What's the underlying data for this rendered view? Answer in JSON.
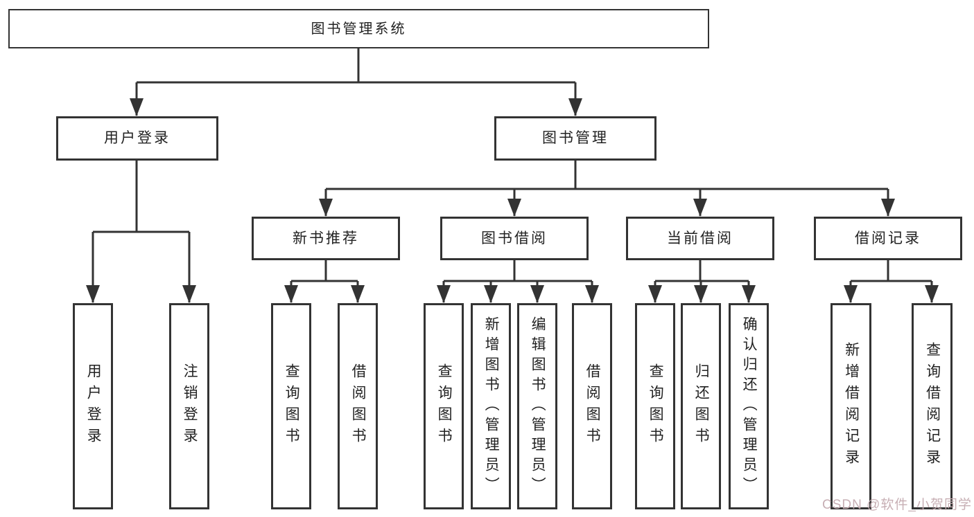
{
  "diagram": {
    "root": {
      "label": "图书管理系统",
      "children": [
        {
          "label": "用户登录",
          "children": [
            {
              "label": "用户登录"
            },
            {
              "label": "注销登录"
            }
          ]
        },
        {
          "label": "图书管理",
          "children": [
            {
              "label": "新书推荐",
              "children": [
                {
                  "label": "查询图书"
                },
                {
                  "label": "借阅图书"
                }
              ]
            },
            {
              "label": "图书借阅",
              "children": [
                {
                  "label": "查询图书"
                },
                {
                  "label": "新增图书（管理员）"
                },
                {
                  "label": "编辑图书（管理员）"
                },
                {
                  "label": "借阅图书"
                }
              ]
            },
            {
              "label": "当前借阅",
              "children": [
                {
                  "label": "查询图书"
                },
                {
                  "label": "归还图书"
                },
                {
                  "label": "确认归还（管理员）"
                }
              ]
            },
            {
              "label": "借阅记录",
              "children": [
                {
                  "label": "新增借阅记录"
                },
                {
                  "label": "查询借阅记录"
                }
              ]
            }
          ]
        }
      ]
    }
  },
  "watermark": {
    "text": "CSDN @软件_小贺同学"
  },
  "colors": {
    "line": "#333333",
    "text": "#222222",
    "background": "#ffffff",
    "watermark": "#c5abb0"
  }
}
